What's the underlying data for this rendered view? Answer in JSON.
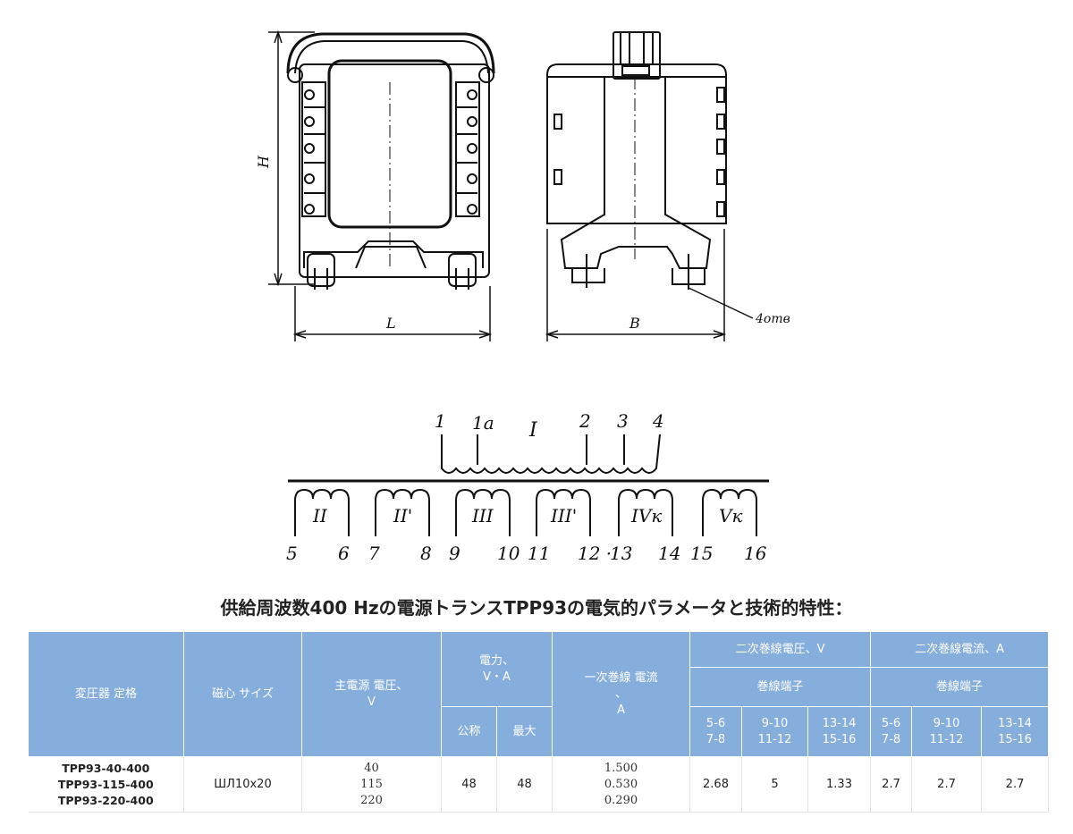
{
  "drawing": {
    "dim_h": "H",
    "dim_l": "L",
    "dim_b": "B",
    "holes_label": "4отв",
    "winding_top": {
      "label": "I",
      "taps": [
        "1",
        "1a",
        "2",
        "3",
        "4"
      ]
    },
    "windings": [
      {
        "label": "II",
        "left": "5",
        "right": "6"
      },
      {
        "label": "II'",
        "left": "7",
        "right": "8"
      },
      {
        "label": "III",
        "left": "9",
        "right": "10"
      },
      {
        "label": "III'",
        "left": "11",
        "right": "12 ·"
      },
      {
        "label": "IVк",
        "left": "13",
        "right": "14"
      },
      {
        "label": "Vк",
        "left": "15",
        "right": "16"
      }
    ]
  },
  "title": "供給周波数400 Hzの電源トランスTPP93の電気的パラメータと技術的特性：",
  "table": {
    "col_model": "変圧器 定格",
    "col_core": "磁心 サイズ",
    "col_supply_l1": "主電源 電圧、",
    "col_supply_l2": "V",
    "col_power_l1": "電力、",
    "col_power_l2": "V・A",
    "col_power_nominal": "公称",
    "col_power_max": "最大",
    "col_primary_l1": "一次巻線 電流",
    "col_primary_l2": "、",
    "col_primary_l3": "A",
    "col_sec_voltage": "二次巻線電圧、V",
    "col_sec_current": "二次巻線電流、A",
    "col_terminals_v": "巻線端子",
    "col_terminals_a": "巻線端子",
    "term_1_l1": "5-6",
    "term_1_l2": "7-8",
    "term_2_l1": "9-10",
    "term_2_l2": "11-12",
    "term_3_l1": "13-14",
    "term_3_l2": "15-16",
    "term_4_l1": "5-6",
    "term_4_l2": "7-8",
    "term_5_l1": "9-10",
    "term_5_l2": "11-12",
    "term_6_l1": "13-14",
    "term_6_l2": "15-16",
    "row": {
      "models": [
        "TPP93-40-400",
        "TPP93-115-400",
        "TPP93-220-400"
      ],
      "core": "ШЛ10х20",
      "supply": [
        "40",
        "115",
        "220"
      ],
      "power_nominal": "48",
      "power_max": "48",
      "primary_current": [
        "1.500",
        "0.530",
        "0.290"
      ],
      "sec_v_1": "2.68",
      "sec_v_2": "5",
      "sec_v_3": "1.33",
      "sec_a_1": "2.7",
      "sec_a_2": "2.7",
      "sec_a_3": "2.7"
    }
  }
}
